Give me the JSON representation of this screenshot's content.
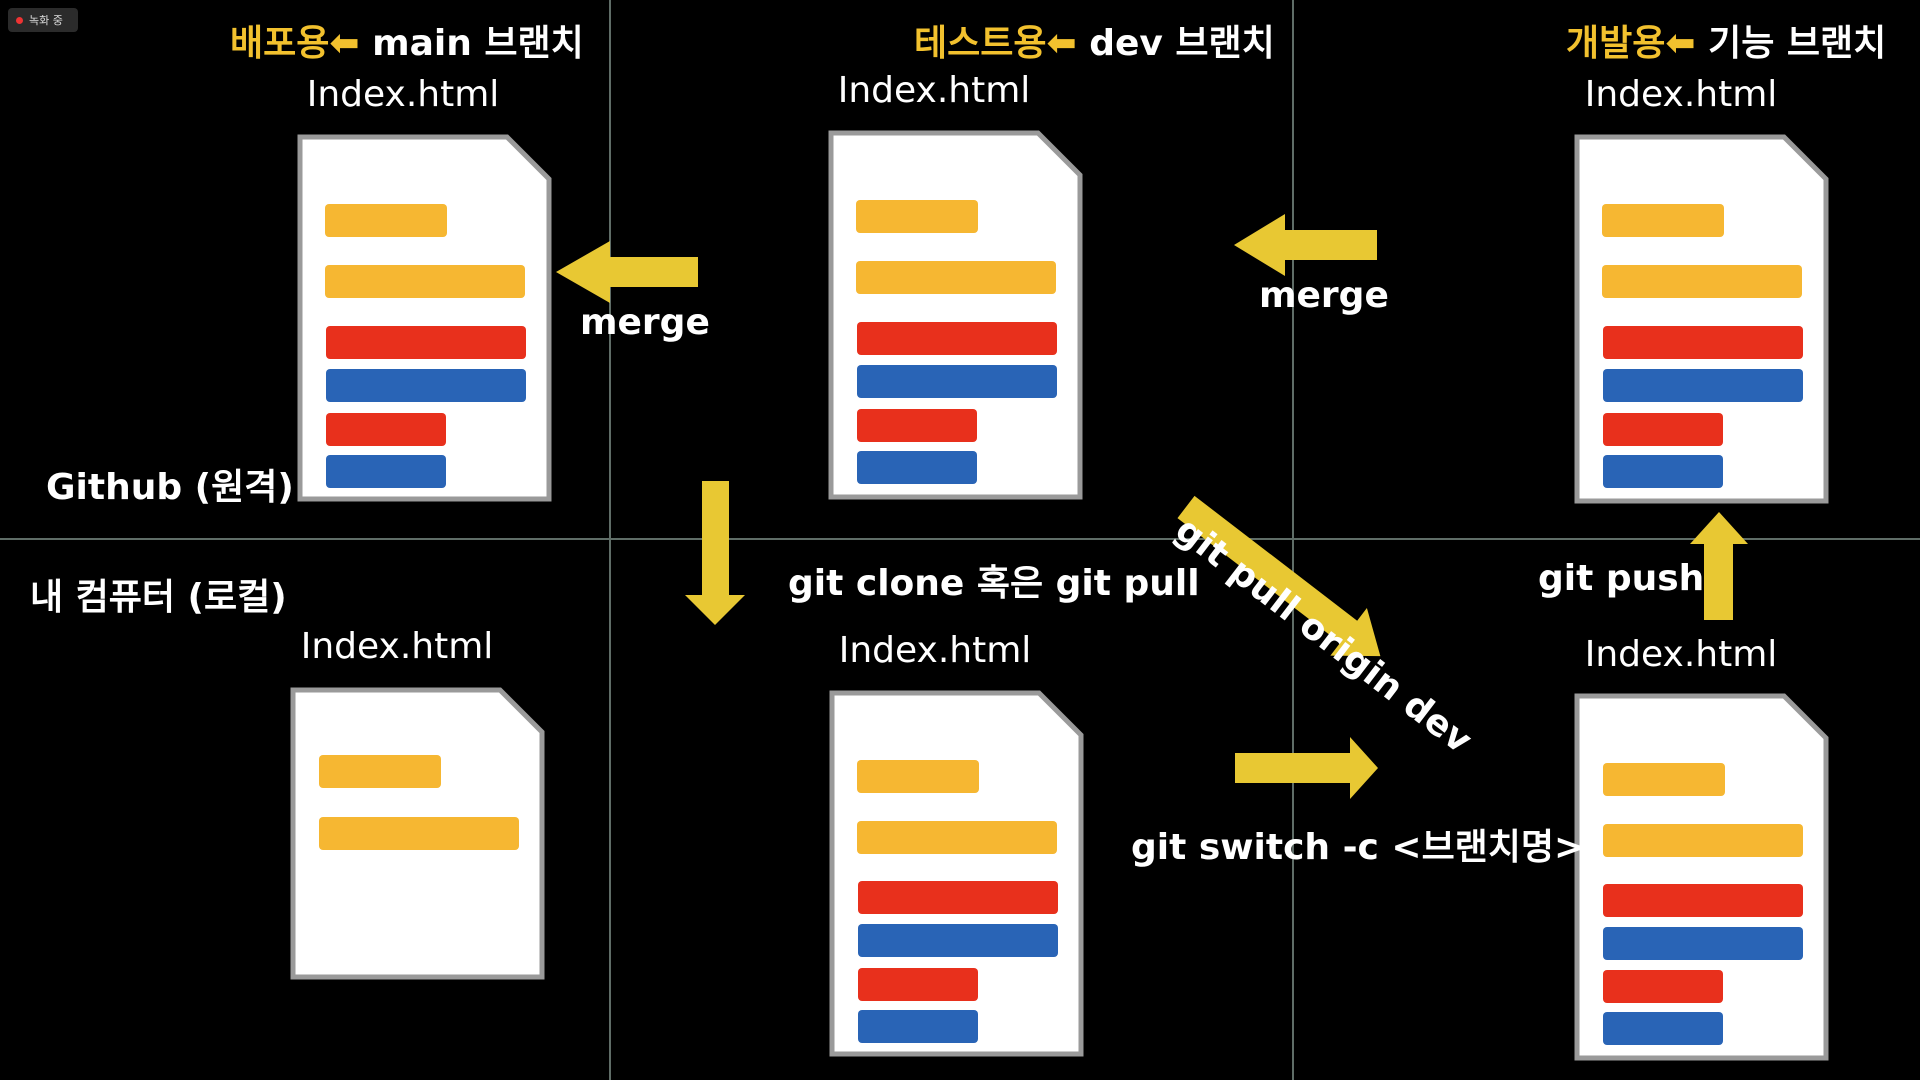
{
  "recording_badge": "녹화 중",
  "regions": {
    "remote": "Github (원격)",
    "local": "내 컴퓨터 (로컬)"
  },
  "branches": {
    "deploy": {
      "purpose": "배포용",
      "branch": "main 브랜치"
    },
    "test": {
      "purpose": "테스트용",
      "branch": "dev 브랜치"
    },
    "dev": {
      "purpose": "개발용",
      "branch": "기능 브랜치"
    }
  },
  "file_name": "Index.html",
  "arrows": {
    "merge_left": "merge",
    "merge_right": "merge",
    "clone_or_pull": "git clone 혹은 git pull",
    "pull_origin_dev": "git pull origin dev",
    "switch_create": "git switch -c <브랜치명>",
    "push": "git push"
  },
  "colors": {
    "background": "#000000",
    "highlight_text": "#f2c12e",
    "arrow": "#e8c833",
    "bar_yellow": "#f6b732",
    "bar_red": "#e8301c",
    "bar_blue": "#2964b6"
  }
}
